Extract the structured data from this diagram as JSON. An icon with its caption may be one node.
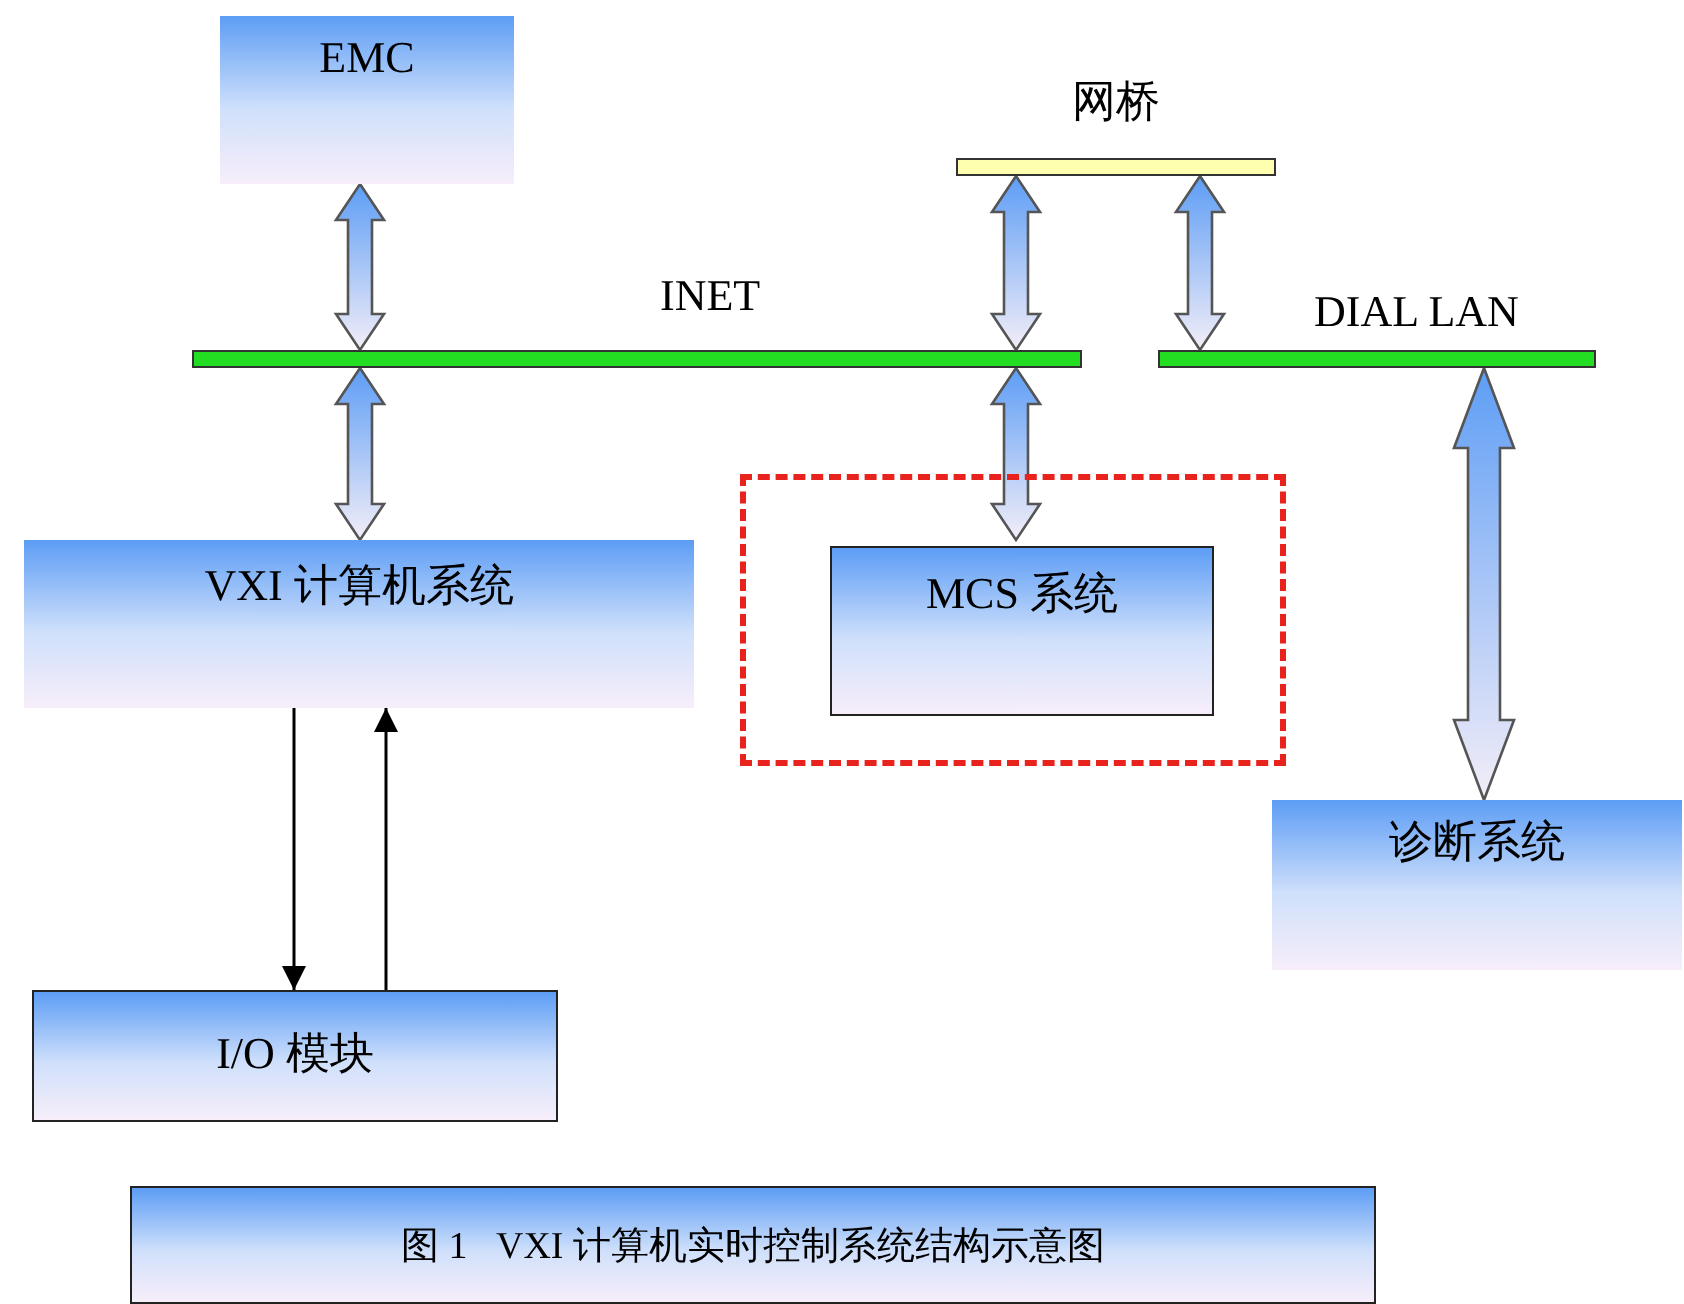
{
  "diagram": {
    "caption": "图 1   VXI 计算机实时控制系统结构示意图",
    "nodes": [
      {
        "text": [
          "EMC"
        ]
      },
      {
        "text": [
          "网桥"
        ]
      },
      {
        "text": [
          "INET"
        ]
      },
      {
        "text": [
          "DIAL LAN"
        ]
      },
      {
        "text": [],
        "shape": "box"
      },
      {
        "text": [
          "VXI 计算机系统"
        ]
      },
      {
        "text": [
          "MCS 系统"
        ],
        "in": 4
      },
      {
        "text": [
          "诊断系统"
        ]
      },
      {
        "text": [
          "I/O 模块"
        ]
      }
    ],
    "edges": [
      {
        "from": 0,
        "to": 2,
        "arrow": "both"
      },
      {
        "from": 1,
        "to": 2,
        "arrow": "both"
      },
      {
        "from": 1,
        "to": 3,
        "arrow": "both"
      },
      {
        "from": 2,
        "to": 5,
        "arrow": "both"
      },
      {
        "from": 2,
        "to": 6,
        "arrow": "both"
      },
      {
        "from": 3,
        "to": 7,
        "arrow": "both",
        "style": "thick"
      },
      {
        "from": 5,
        "to": 8,
        "arrow": "to"
      },
      {
        "from": 8,
        "to": 5,
        "arrow": "to"
      }
    ]
  }
}
